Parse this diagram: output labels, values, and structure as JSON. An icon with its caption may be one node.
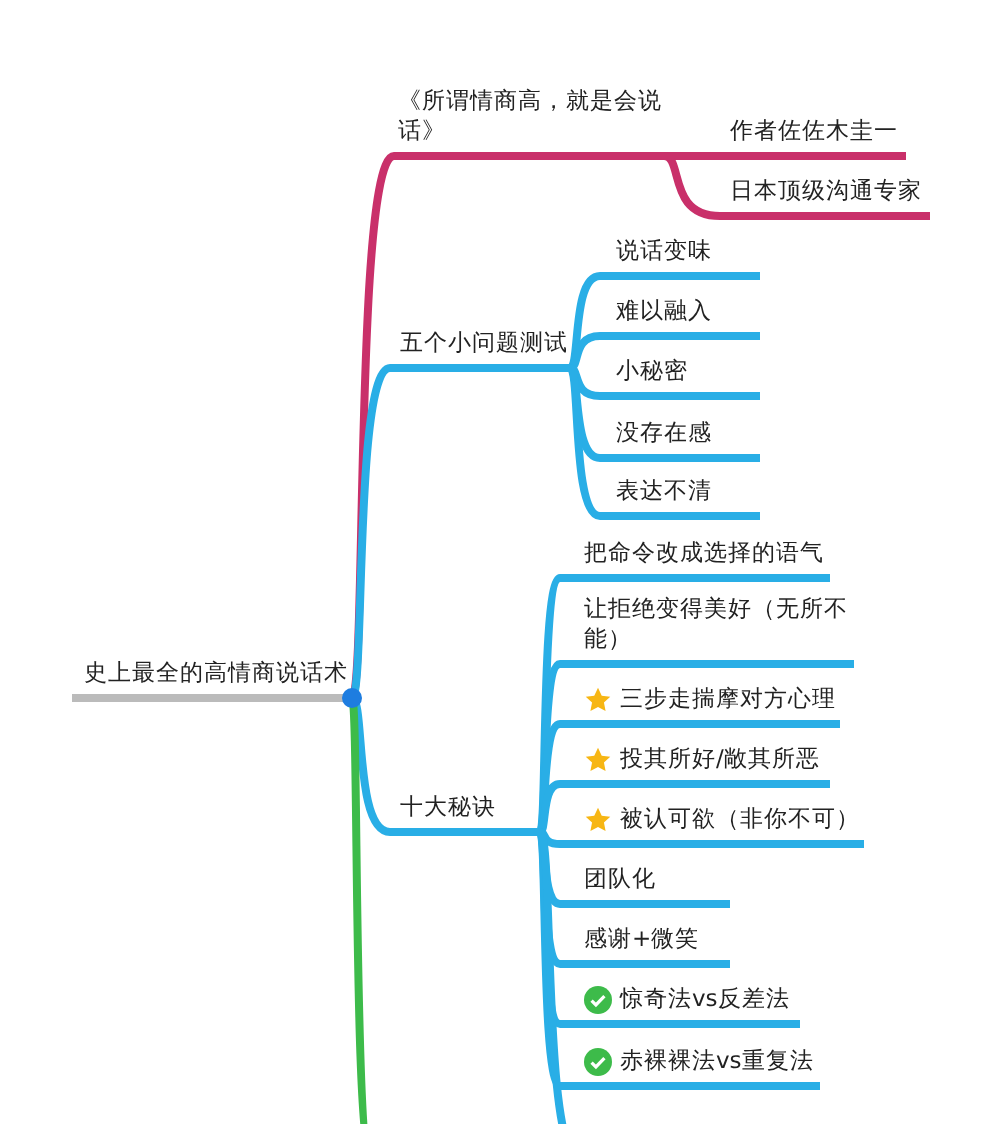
{
  "diagram": {
    "nodes": [
      {
        "text": [
          "史上最全的高情商说话术"
        ]
      },
      {
        "text": [
          "《所谓情商高，就是会说话》"
        ]
      },
      {
        "text": [
          "作者佐佐木圭一"
        ]
      },
      {
        "text": [
          "日本顶级沟通专家"
        ]
      },
      {
        "text": [
          "五个小问题测试"
        ]
      },
      {
        "text": [
          "说话变味"
        ]
      },
      {
        "text": [
          "难以融入"
        ]
      },
      {
        "text": [
          "小秘密"
        ]
      },
      {
        "text": [
          "没存在感"
        ]
      },
      {
        "text": [
          "表达不清"
        ]
      },
      {
        "text": [
          "十大秘诀"
        ]
      },
      {
        "text": [
          "把命令改成选择的语气"
        ]
      },
      {
        "text": [
          "让拒绝变得美好（无所不能）"
        ]
      },
      {
        "text": [
          "三步走揣摩对方心理"
        ]
      },
      {
        "text": [
          "投其所好/敞其所恶"
        ]
      },
      {
        "text": [
          "被认可欲（非你不可）"
        ]
      },
      {
        "text": [
          "团队化"
        ]
      },
      {
        "text": [
          "感谢+微笑"
        ]
      },
      {
        "text": [
          "惊奇法vs反差法"
        ]
      },
      {
        "text": [
          "赤裸裸法vs重复法"
        ]
      }
    ],
    "edges": [
      {
        "from": 0,
        "to": 1,
        "arrow": "none",
        "color": "#c9306a"
      },
      {
        "from": 1,
        "to": 2,
        "arrow": "none",
        "color": "#c9306a"
      },
      {
        "from": 1,
        "to": 3,
        "arrow": "none",
        "color": "#c9306a"
      },
      {
        "from": 0,
        "to": 4,
        "arrow": "none"
      },
      {
        "from": 4,
        "to": 5,
        "arrow": "none"
      },
      {
        "from": 4,
        "to": 6,
        "arrow": "none"
      },
      {
        "from": 4,
        "to": 7,
        "arrow": "none"
      },
      {
        "from": 4,
        "to": 8,
        "arrow": "none"
      },
      {
        "from": 4,
        "to": 9,
        "arrow": "none"
      },
      {
        "from": 0,
        "to": 10,
        "arrow": "none"
      },
      {
        "from": 10,
        "to": 11,
        "arrow": "none"
      },
      {
        "from": 10,
        "to": 12,
        "arrow": "none"
      },
      {
        "from": 10,
        "to": 13,
        "arrow": "none"
      },
      {
        "from": 10,
        "to": 14,
        "arrow": "none"
      },
      {
        "from": 10,
        "to": 15,
        "arrow": "none"
      },
      {
        "from": 10,
        "to": 16,
        "arrow": "none"
      },
      {
        "from": 10,
        "to": 17,
        "arrow": "none"
      },
      {
        "from": 10,
        "to": 18,
        "arrow": "none"
      },
      {
        "from": 10,
        "to": 19,
        "arrow": "none"
      },
      {
        "from": 10,
        "to": null,
        "arrow": "none"
      },
      {
        "from": 0,
        "to": null,
        "arrow": "none",
        "color": "#3dbb4a"
      }
    ]
  }
}
